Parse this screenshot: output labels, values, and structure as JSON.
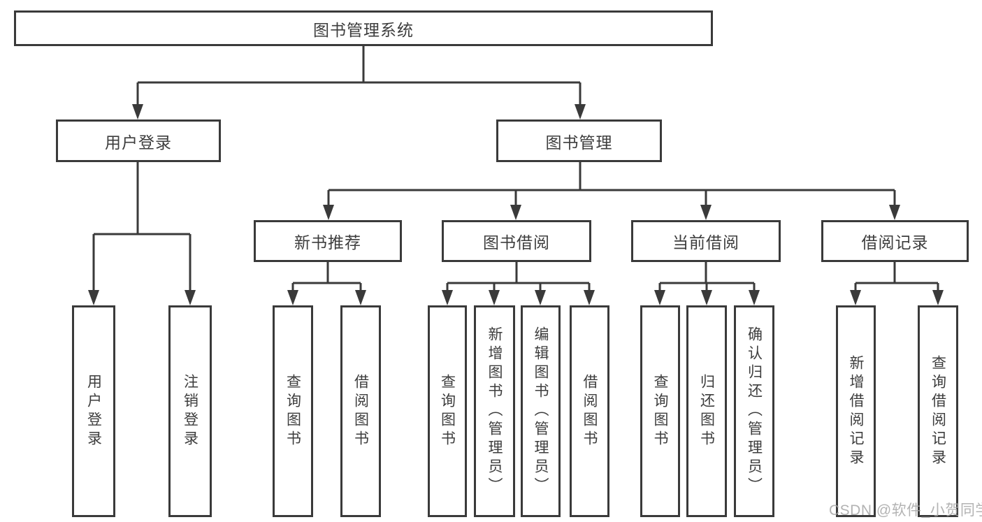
{
  "title": "图书管理系统",
  "watermark": "CSDN @软件_小贺同学",
  "colors": {
    "line": "#3a3a3a",
    "text": "#3d3d3d",
    "watermark": "#a6a6a6",
    "background": "#ffffff"
  },
  "tree": {
    "label": "图书管理系统",
    "children": [
      {
        "label": "用户登录",
        "children": [
          {
            "label": "用户登录"
          },
          {
            "label": "注销登录"
          }
        ]
      },
      {
        "label": "图书管理",
        "children": [
          {
            "label": "新书推荐",
            "children": [
              {
                "label": "查询图书"
              },
              {
                "label": "借阅图书"
              }
            ]
          },
          {
            "label": "图书借阅",
            "children": [
              {
                "label": "查询图书"
              },
              {
                "label": "新增图书（管理员）"
              },
              {
                "label": "编辑图书（管理员）"
              },
              {
                "label": "借阅图书"
              }
            ]
          },
          {
            "label": "当前借阅",
            "children": [
              {
                "label": "查询图书"
              },
              {
                "label": "归还图书"
              },
              {
                "label": "确认归还（管理员）"
              }
            ]
          },
          {
            "label": "借阅记录",
            "children": [
              {
                "label": "新增借阅记录"
              },
              {
                "label": "查询借阅记录"
              }
            ]
          }
        ]
      }
    ]
  }
}
